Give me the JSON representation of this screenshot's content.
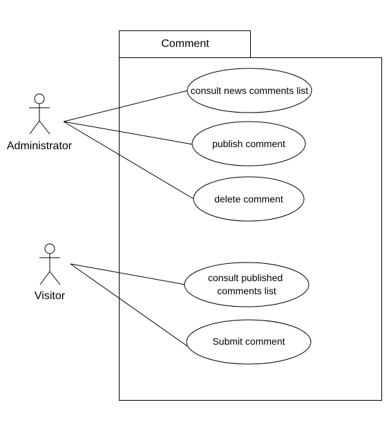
{
  "system": {
    "title": "Comment"
  },
  "actors": [
    {
      "id": "administrator",
      "label": "Administrator"
    },
    {
      "id": "visitor",
      "label": "Visitor"
    }
  ],
  "use_cases": [
    {
      "id": "consult-news-comments-list",
      "lines": [
        "consult news comments list"
      ]
    },
    {
      "id": "publish-comment",
      "lines": [
        "publish comment"
      ]
    },
    {
      "id": "delete-comment",
      "lines": [
        "delete comment"
      ]
    },
    {
      "id": "consult-published-comments-list",
      "lines": [
        "consult published",
        "comments list"
      ]
    },
    {
      "id": "submit-comment",
      "lines": [
        "Submit comment"
      ]
    }
  ],
  "associations": [
    {
      "actor": "administrator",
      "use_case": "consult-news-comments-list"
    },
    {
      "actor": "administrator",
      "use_case": "publish-comment"
    },
    {
      "actor": "administrator",
      "use_case": "delete-comment"
    },
    {
      "actor": "visitor",
      "use_case": "consult-published-comments-list"
    },
    {
      "actor": "visitor",
      "use_case": "submit-comment"
    }
  ],
  "colors": {
    "stroke": "#000000",
    "fill": "#ffffff"
  }
}
